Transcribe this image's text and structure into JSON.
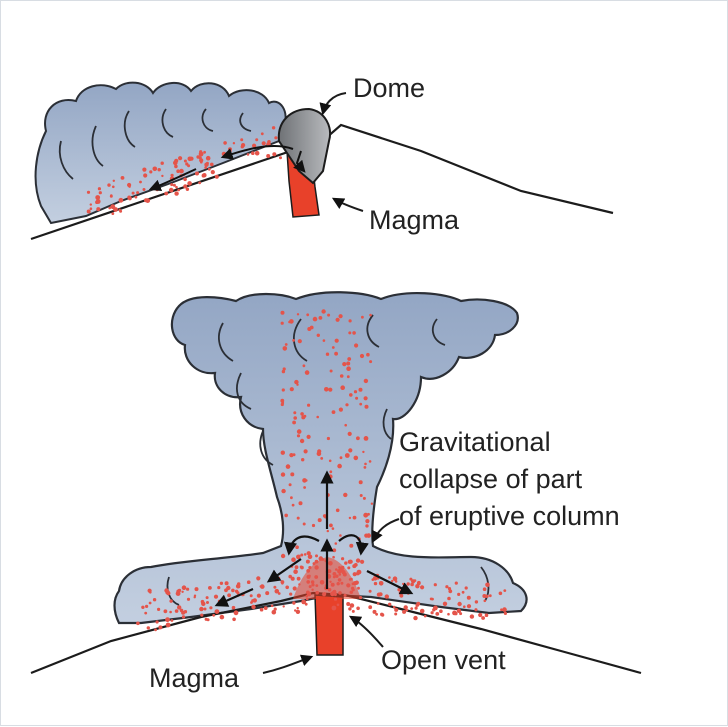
{
  "labels": {
    "dome": "Dome",
    "magma_top": "Magma",
    "collapse_line1": "Gravitational",
    "collapse_line2": "collapse of part",
    "collapse_line3": "of eruptive column",
    "magma_bottom": "Magma",
    "open_vent": "Open vent"
  },
  "colors": {
    "cloud": "#9fb1cd",
    "cloud_stroke": "#2b2f36",
    "magma": "#e8412a",
    "ejecta": "#e4544a",
    "dome": "#8d8f93",
    "ground": "#1c1c1c"
  }
}
